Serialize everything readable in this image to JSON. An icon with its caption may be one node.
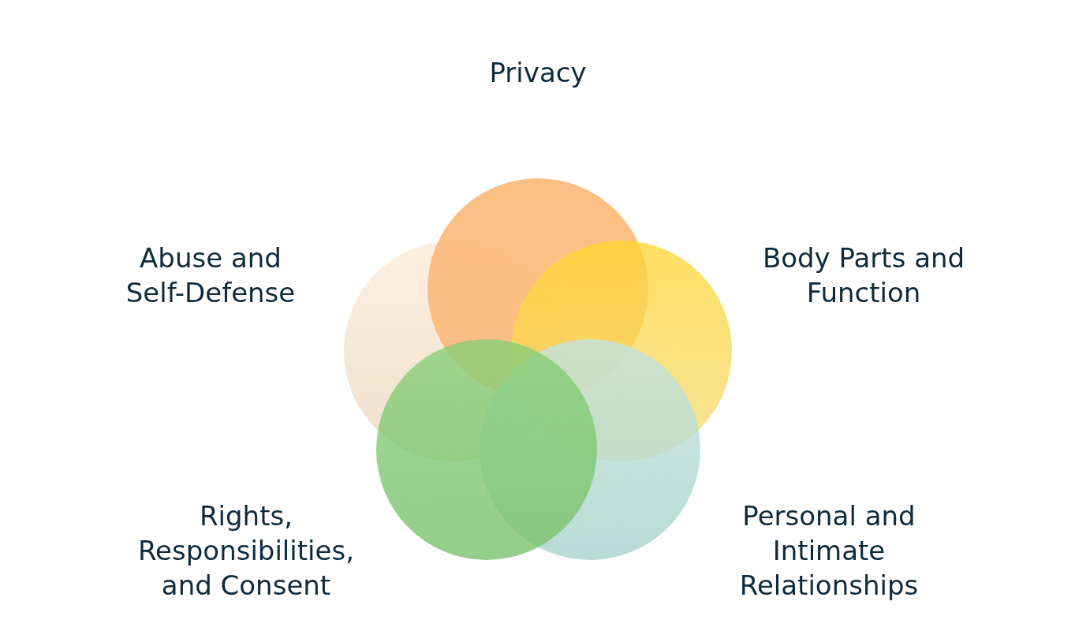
{
  "diagram": {
    "nodes": [
      {
        "text": [],
        "shape": "circle",
        "beside": [
          "Privacy"
        ]
      },
      {
        "text": [],
        "shape": "circle",
        "beside": [
          "Body Parts and Function"
        ]
      },
      {
        "text": [],
        "shape": "circle",
        "beside": [
          "Personal and Intimate Relationships"
        ]
      },
      {
        "text": [],
        "shape": "circle",
        "beside": [
          "Rights, Responsibilities, and Consent"
        ]
      },
      {
        "text": [],
        "shape": "circle",
        "beside": [
          "Abuse and Self-Defense"
        ]
      }
    ],
    "edges": []
  }
}
